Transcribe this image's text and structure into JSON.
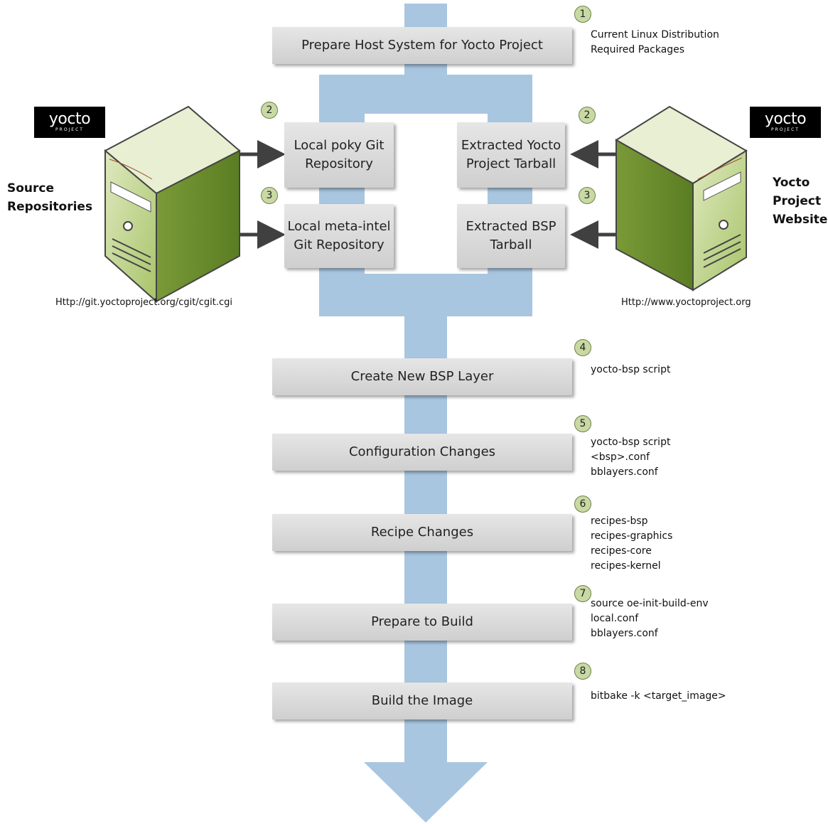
{
  "steps": [
    {
      "num": "1",
      "label": "Prepare Host System for Yocto Project"
    },
    {
      "num": "2",
      "label_a": "Local poky Git",
      "label_b": "Repository"
    },
    {
      "num": "2",
      "label_a": "Extracted Yocto",
      "label_b": "Project Tarball"
    },
    {
      "num": "3",
      "label_a": "Local meta-intel",
      "label_b": "Git Repository"
    },
    {
      "num": "3",
      "label_a": "Extracted BSP",
      "label_b": "Tarball"
    },
    {
      "num": "4",
      "label": "Create New BSP Layer"
    },
    {
      "num": "5",
      "label": "Configuration Changes"
    },
    {
      "num": "6",
      "label": "Recipe Changes"
    },
    {
      "num": "7",
      "label": "Prepare to Build"
    },
    {
      "num": "8",
      "label": "Build the Image"
    }
  ],
  "notes": {
    "step1": [
      "Current Linux Distribution",
      "Required Packages"
    ],
    "step4": [
      "yocto-bsp script"
    ],
    "step5": [
      "yocto-bsp script",
      "<bsp>.conf",
      "bblayers.conf"
    ],
    "step6": [
      "recipes-bsp",
      "recipes-graphics",
      "recipes-core",
      "recipes-kernel"
    ],
    "step7": [
      "source oe-init-build-env",
      "local.conf",
      "bblayers.conf"
    ],
    "step8": [
      "bitbake -k <target_image>"
    ]
  },
  "left_server": {
    "logo_word": "yocto",
    "logo_sub": "PROJECT",
    "label_a": "Source",
    "label_b": "Repositories",
    "url": "Http://git.yoctoproject.org/cgit/cgit.cgi"
  },
  "right_server": {
    "logo_word": "yocto",
    "logo_sub": "PROJECT",
    "label_a": "Yocto",
    "label_b": "Project",
    "label_c": "Website",
    "url": "Http://www.yoctoproject.org"
  },
  "colors": {
    "flow": "#a9c6e0",
    "box": "#d9d9d9",
    "badge": "#c9d9a3",
    "server_front": "#9cbd5a",
    "server_side": "#6e8f2e",
    "arrow": "#404040"
  }
}
